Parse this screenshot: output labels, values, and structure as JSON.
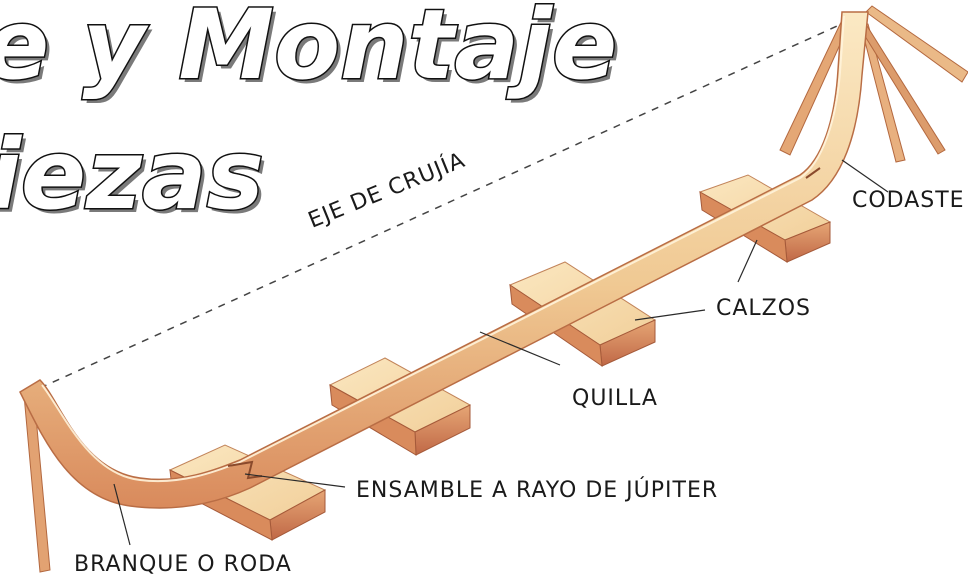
{
  "title": {
    "line1": "e y Montaje",
    "line2": "iezas"
  },
  "labels": {
    "eje": "EJE DE CRUJÍA",
    "codaste": "CODASTE",
    "calzos": "CALZOS",
    "quilla": "QUILLA",
    "ensamble": "ENSAMBLE A RAYO DE JÚPITER",
    "branque": "BRANQUE O RODA"
  },
  "colors": {
    "wood_light": "#f6dfb0",
    "wood_mid": "#e9b57a",
    "wood_dark": "#c9774f",
    "leader": "#2a2a2a"
  }
}
